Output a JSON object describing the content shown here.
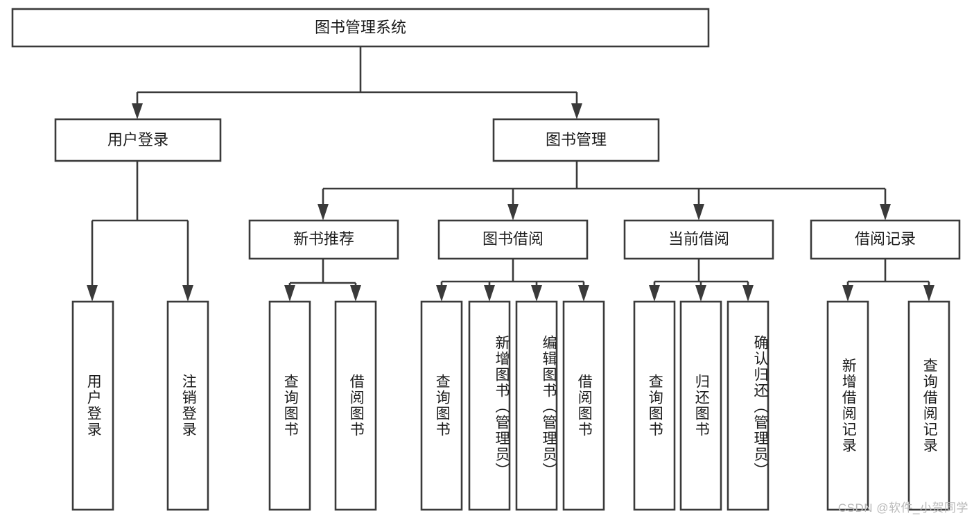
{
  "diagram": {
    "type": "tree-hierarchy",
    "title": "图书管理系统",
    "orientation": "top-down",
    "colors": {
      "box_stroke": "#3a3a3a",
      "box_fill": "#ffffff",
      "connector": "#3a3a3a",
      "text": "#1b1b1b",
      "background": "#ffffff",
      "watermark": "#b9b9b9"
    },
    "root": {
      "label": "图书管理系统"
    },
    "level2": [
      {
        "id": "user-login",
        "label": "用户登录"
      },
      {
        "id": "book-management",
        "label": "图书管理"
      }
    ],
    "level3": [
      {
        "id": "new-book-recommend",
        "label": "新书推荐"
      },
      {
        "id": "book-borrow",
        "label": "图书借阅"
      },
      {
        "id": "current-borrow",
        "label": "当前借阅"
      },
      {
        "id": "borrow-record",
        "label": "借阅记录"
      }
    ],
    "leaves": {
      "user_login": [
        {
          "id": "leaf-user-login",
          "label": "用户登录"
        },
        {
          "id": "leaf-logout-login",
          "label": "注销登录"
        }
      ],
      "new_book_recommend": [
        {
          "id": "leaf-query-book-1",
          "label": "查询图书"
        },
        {
          "id": "leaf-borrow-book-1",
          "label": "借阅图书"
        }
      ],
      "book_borrow": [
        {
          "id": "leaf-query-book-2",
          "label": "查询图书"
        },
        {
          "id": "leaf-add-book",
          "label": "新增图书（管理员）"
        },
        {
          "id": "leaf-edit-book",
          "label": "编辑图书（管理员）"
        },
        {
          "id": "leaf-borrow-book-2",
          "label": "借阅图书"
        }
      ],
      "current_borrow": [
        {
          "id": "leaf-query-book-3",
          "label": "查询图书"
        },
        {
          "id": "leaf-return-book",
          "label": "归还图书"
        },
        {
          "id": "leaf-confirm-return",
          "label": "确认归还（管理员）"
        }
      ],
      "borrow_record": [
        {
          "id": "leaf-add-record",
          "label": "新增借阅记录"
        },
        {
          "id": "leaf-query-record",
          "label": "查询借阅记录"
        }
      ]
    }
  },
  "watermark": {
    "text": "CSDN @软件_小贺同学"
  }
}
